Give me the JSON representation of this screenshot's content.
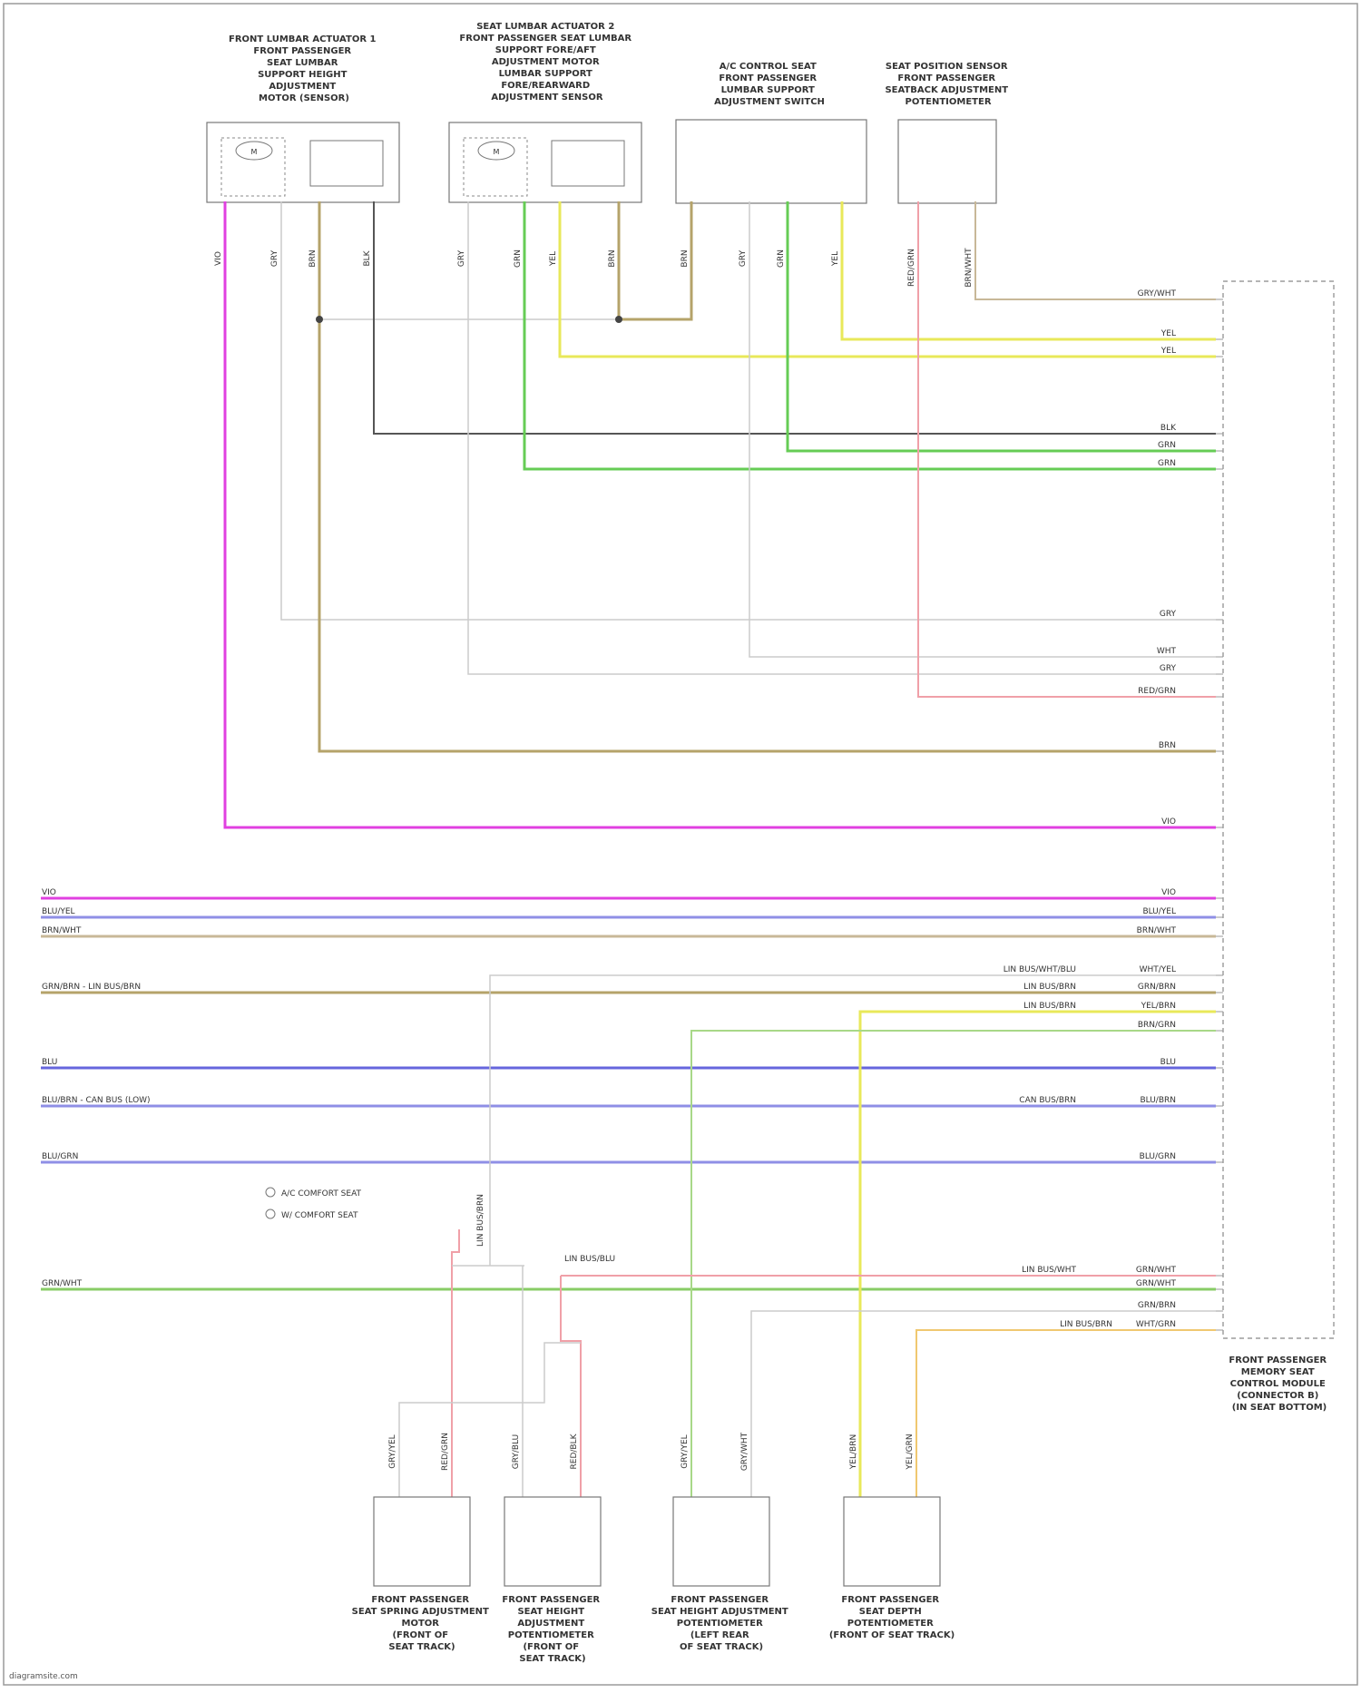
{
  "components": {
    "top": [
      {
        "label": "FRONT LUMBAR ACTUATOR 1 FRONT PASSENGER SEAT LUMBAR SUPPORT HEIGHT ADJUSTMENT MOTOR (SENSOR)",
        "label_lines": [
          "FRONT LUMBAR ACTUATOR 1",
          "FRONT PASSENGER",
          "SEAT LUMBAR",
          "SUPPORT HEIGHT",
          "ADJUSTMENT",
          "MOTOR (SENSOR)"
        ],
        "inner_label": "M"
      },
      {
        "label": "SEAT LUMBAR ACTUATOR 2 FRONT PASSENGER SEAT LUMBAR SUPPORT FORE/AFT ADJUSTMENT MOTOR LUMBAR SUPPORT FORE/REARWARD ADJUSTMENT SENSOR",
        "label_lines": [
          "SEAT LUMBAR ACTUATOR 2",
          "FRONT PASSENGER SEAT LUMBAR",
          "SUPPORT FORE/AFT",
          "ADJUSTMENT MOTOR",
          "LUMBAR SUPPORT",
          "FORE/REARWARD",
          "ADJUSTMENT SENSOR"
        ],
        "inner_label": "M"
      },
      {
        "label": "A/C CONTROL SEAT FRONT PASSENGER LUMBAR SUPPORT ADJUSTMENT SWITCH",
        "label_lines": [
          "A/C CONTROL SEAT",
          "FRONT PASSENGER",
          "LUMBAR SUPPORT",
          "ADJUSTMENT SWITCH"
        ]
      },
      {
        "label": "SEAT POSITION SENSOR FRONT PASSENGER SEATBACK ADJUSTMENT POTENTIOMETER",
        "label_lines": [
          "SEAT POSITION SENSOR",
          "FRONT PASSENGER",
          "SEATBACK ADJUSTMENT",
          "POTENTIOMETER"
        ]
      }
    ],
    "module_label_lines": [
      "FRONT PASSENGER",
      "MEMORY SEAT",
      "CONTROL MODULE",
      "(CONNECTOR B)",
      "(IN SEAT BOTTOM)"
    ],
    "bottom": [
      {
        "label_lines": [
          "FRONT PASSENGER",
          "SEAT SPRING ADJUSTMENT",
          "MOTOR",
          "(FRONT OF",
          "SEAT TRACK)"
        ]
      },
      {
        "label_lines": [
          "FRONT PASSENGER",
          "SEAT HEIGHT",
          "ADJUSTMENT",
          "POTENTIOMETER",
          "(FRONT OF",
          "SEAT TRACK)"
        ]
      },
      {
        "label_lines": [
          "FRONT PASSENGER",
          "SEAT HEIGHT ADJUSTMENT",
          "POTENTIOMETER",
          "(LEFT REAR",
          "OF SEAT TRACK)"
        ]
      },
      {
        "label_lines": [
          "FRONT PASSENGER",
          "SEAT DEPTH",
          "POTENTIOMETER",
          "(FRONT OF SEAT TRACK)"
        ]
      }
    ]
  },
  "wire_labels": {
    "top_drops": [
      "VIO",
      "GRY",
      "BRN",
      "BLK",
      "GRY",
      "GRN",
      "YEL",
      "BRN",
      "BRN",
      "GRY",
      "GRN",
      "YEL",
      "RED/GRN",
      "BRN/WHT"
    ],
    "right": [
      "GRY/WHT",
      "YEL",
      "YEL",
      "BLK",
      "GRN",
      "GRN",
      "GRY",
      "WHT",
      "GRY",
      "RED/GRN",
      "BRN",
      "VIO",
      "VIO",
      "BLU/YEL",
      "BRN/WHT",
      "WHT/YEL",
      "GRN/BRN",
      "YEL/BRN",
      "BRN/GRN",
      "BLU",
      "BLU/BRN",
      "BLU/GRN",
      "GRN/WHT",
      "GRN/WHT",
      "GRN/BRN",
      "WHT/GRN",
      "YEL/GRN",
      "YEL/BRN"
    ],
    "right_splice": [
      "LIN BUS/WHT/BLU",
      "LIN BUS/BRN",
      "LIN BUS/BRN",
      "CAN BUS/BRN",
      "LIN BUS/WHT",
      "LIN BUS/BRN"
    ],
    "left": [
      "VIO",
      "BLU/YEL",
      "BRN/WHT",
      "GRN/BRN  -  LIN BUS/BRN",
      "BLU",
      "BLU/BRN  -  CAN BUS (LOW)",
      "BLU/GRN",
      "GRN/WHT"
    ],
    "bottom_drops": [
      "GRY/YEL",
      "RED/GRN",
      "GRY/BLU",
      "RED/BLK",
      "GRY/YEL",
      "GRY/WHT",
      "YEL/BRN",
      "YEL/GRN",
      "LIN BUS/BRN",
      "LIN BUS/BLU"
    ]
  },
  "legend": [
    "A/C COMFORT SEAT",
    "W/ COMFORT SEAT"
  ],
  "source": "diagramsite.com"
}
